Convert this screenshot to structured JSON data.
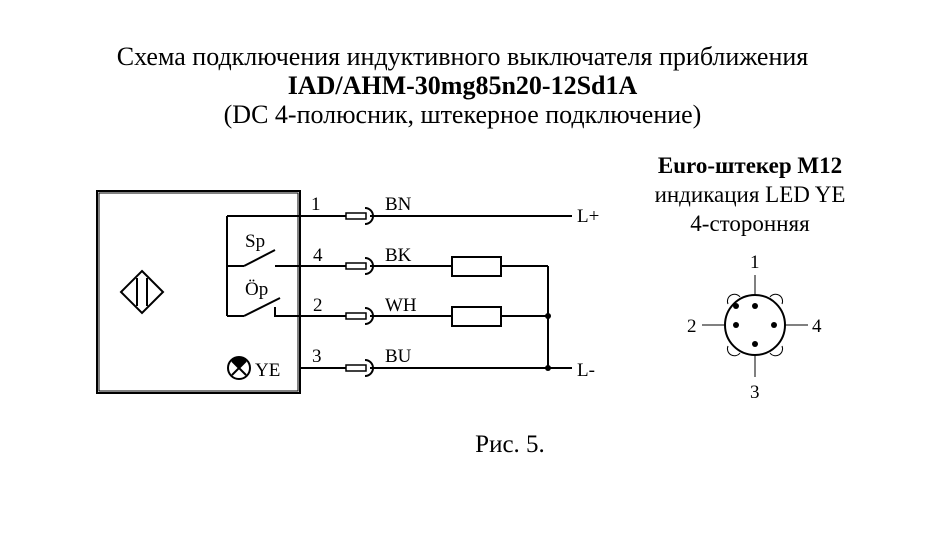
{
  "title": {
    "line1": "Схема подключения индуктивного выключателя приближения",
    "line2": "IAD/AHM-30mg85n20-12Sd1A",
    "line3": "(DC 4-полюсник, штекерное подключение)"
  },
  "connector": {
    "line1": "Euro-штекер M12",
    "line2": "индикация LED YE",
    "line3": "4-сторонняя",
    "pin_labels": [
      "1",
      "2",
      "3",
      "4"
    ]
  },
  "wiring": {
    "pins": [
      "1",
      "4",
      "2",
      "3"
    ],
    "colors": [
      "BN",
      "BK",
      "WH",
      "BU"
    ],
    "supply_plus": "L+",
    "supply_minus": "L-",
    "switch_no": "Sp",
    "switch_nc": "Öp",
    "led": "YE"
  },
  "caption": "Рис. 5."
}
